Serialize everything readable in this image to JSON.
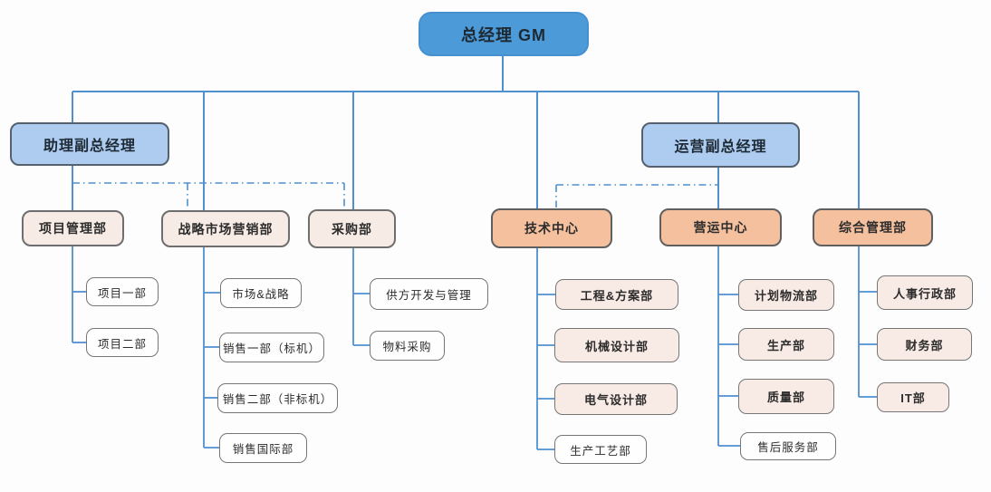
{
  "root": {
    "label": "总经理 GM"
  },
  "executives": [
    {
      "label": "助理副总经理"
    },
    {
      "label": "运营副总经理"
    }
  ],
  "departments": [
    {
      "label": "项目管理部",
      "children": [
        {
          "label": "项目一部"
        },
        {
          "label": "项目二部"
        }
      ]
    },
    {
      "label": "战略市场营销部",
      "children": [
        {
          "label": "市场&战略"
        },
        {
          "label": "销售一部（标机）"
        },
        {
          "label": "销售二部（非标机）"
        },
        {
          "label": "销售国际部"
        }
      ]
    },
    {
      "label": "采购部",
      "children": [
        {
          "label": "供方开发与管理"
        },
        {
          "label": "物料采购"
        }
      ]
    },
    {
      "label": "技术中心",
      "children": [
        {
          "label": "工程&方案部"
        },
        {
          "label": "机械设计部"
        },
        {
          "label": "电气设计部"
        },
        {
          "label": "生产工艺部"
        }
      ]
    },
    {
      "label": "营运中心",
      "children": [
        {
          "label": "计划物流部"
        },
        {
          "label": "生产部"
        },
        {
          "label": "质量部"
        },
        {
          "label": "售后服务部"
        }
      ]
    },
    {
      "label": "综合管理部",
      "children": [
        {
          "label": "人事行政部"
        },
        {
          "label": "财务部"
        },
        {
          "label": "IT部"
        }
      ]
    }
  ],
  "colors": {
    "root_fill": "#4d9ad8",
    "executive_fill": "#aecbf0",
    "dept_pink_fill": "#f7ebe5",
    "dept_orange_fill": "#f4c09e",
    "leaf_pink_fill": "#f8eae4",
    "leaf_white_fill": "#fefefe",
    "connector_blue": "#4f90d0",
    "border_gray": "#6e6e6e"
  }
}
